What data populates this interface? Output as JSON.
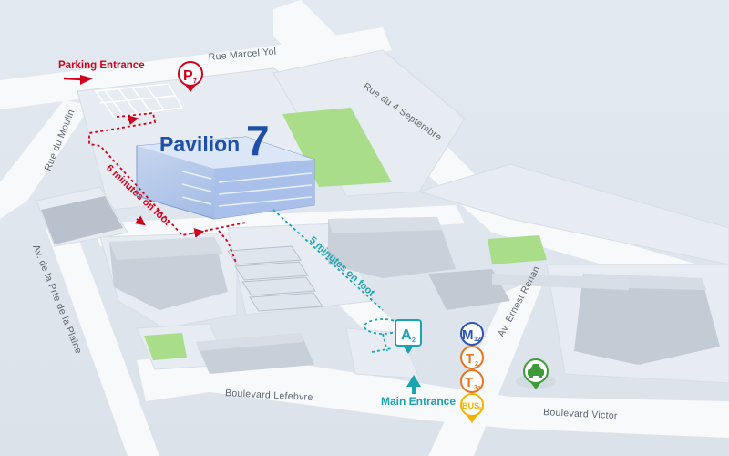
{
  "map": {
    "building": {
      "name": "Pavilion",
      "number": "7"
    },
    "streets": {
      "rue_marcel_yol": "Rue Marcel Yol",
      "rue_du_moulin": "Rue du Moulin",
      "rue_4_septembre": "Rue du 4 Septembre",
      "av_porte_plaine": "Av. de la Prte de la Plaine",
      "boulevard_lefebvre": "Boulevard Lefebvre",
      "av_ernest_renan": "Av. Ernest Renan",
      "boulevard_victor": "Boulevard Victor"
    },
    "labels": {
      "parking_entrance": "Parking Entrance",
      "main_entrance": "Main Entrance",
      "walk_parking": "6 minutes on foot",
      "walk_main": "5 minutes on foot"
    },
    "pins": {
      "parking": {
        "letter": "P",
        "sub": "7"
      },
      "tram_a2": {
        "letter": "A",
        "sub": "2"
      },
      "metro": {
        "letter": "M",
        "sub": "12"
      },
      "tram_t2": {
        "letter": "T",
        "sub": "2"
      },
      "tram_t3a": {
        "letter": "T",
        "sub": "3a"
      },
      "bus": {
        "letter": "BUS",
        "sub": "80"
      }
    },
    "colors": {
      "accent_red": "#d0021b",
      "accent_teal": "#1aa3b0",
      "title_blue": "#1f4fa8",
      "metro_blue": "#2f52b5",
      "tram_orange": "#e8741f",
      "bus_yellow": "#f0b400",
      "taxi_green": "#3f9b3a",
      "park_green": "#a9dd8a"
    },
    "icons": [
      "parking-icon",
      "tram-icon",
      "metro-icon",
      "bus-icon",
      "taxi-icon",
      "arrow-up-icon",
      "arrow-right-icon"
    ]
  }
}
